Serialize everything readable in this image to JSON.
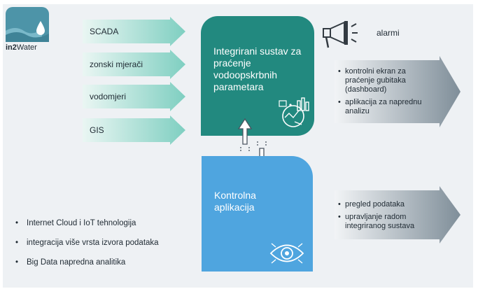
{
  "logo": {
    "bold": "in2",
    "rest": "Water"
  },
  "inputs": [
    "SCADA",
    "zonski mjerači",
    "vodomjeri",
    "GIS"
  ],
  "integrated_box": {
    "title": "Integrirani sustav za praćenje vodoopskrbnih parametara"
  },
  "control_box": {
    "title": "Kontrolna aplikacija"
  },
  "alarm": {
    "label": "alarmi"
  },
  "outputs_top": [
    "kontrolni ekran za praćenje gubitaka (dashboard)",
    "aplikacija za naprednu analizu"
  ],
  "outputs_bottom": [
    "pregled podataka",
    "upravljanje radom integriranog sustava"
  ],
  "features": [
    "Internet Cloud i IoT tehnologija",
    "integracija više vrsta izvora podataka",
    "Big Data napredna analitika"
  ],
  "colors": {
    "teal": "#22897f",
    "blue": "#4fa5df",
    "logo": "#4d94a8",
    "input_arrow": "#9fd9cf",
    "output_arrow": "#8c9ba6"
  }
}
